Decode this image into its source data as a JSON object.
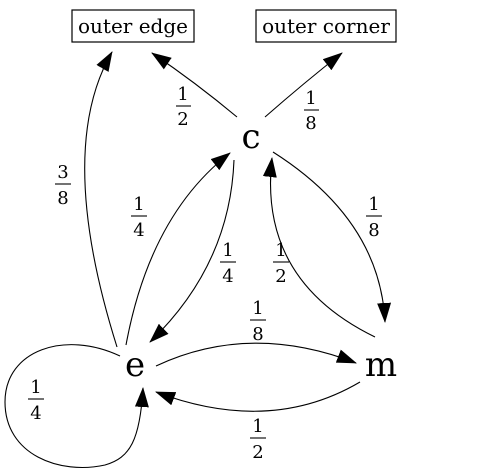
{
  "nodes": {
    "c": "c",
    "e": "e",
    "m": "m",
    "outer_edge": "outer edge",
    "outer_corner": "outer corner"
  },
  "edges": {
    "c_to_outer_edge": {
      "num": "1",
      "den": "2"
    },
    "c_to_outer_corner": {
      "num": "1",
      "den": "8"
    },
    "e_to_outer_edge": {
      "num": "3",
      "den": "8"
    },
    "e_to_c": {
      "num": "1",
      "den": "4"
    },
    "c_to_e": {
      "num": "1",
      "den": "4"
    },
    "m_to_c": {
      "num": "1",
      "den": "2"
    },
    "c_to_m": {
      "num": "1",
      "den": "8"
    },
    "e_to_m": {
      "num": "1",
      "den": "8"
    },
    "m_to_e": {
      "num": "1",
      "den": "2"
    },
    "e_self": {
      "num": "1",
      "den": "4"
    }
  }
}
